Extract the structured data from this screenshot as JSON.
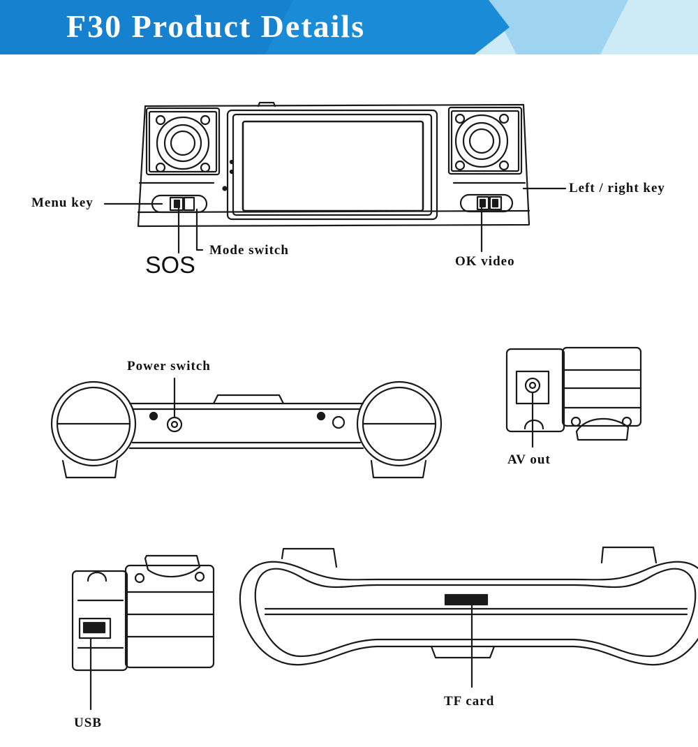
{
  "header": {
    "title": "F30 Product Details",
    "colors": {
      "banner_primary": "#1a8bd6",
      "banner_light": "#b8e2f5"
    }
  },
  "labels": {
    "menu_key": "Menu key",
    "sos": "SOS",
    "mode_switch": "Mode switch",
    "left_right_key": "Left / right key",
    "ok_video": "OK video",
    "power_switch": "Power switch",
    "av_out": "AV out",
    "usb": "USB",
    "tf_card": "TF card"
  }
}
